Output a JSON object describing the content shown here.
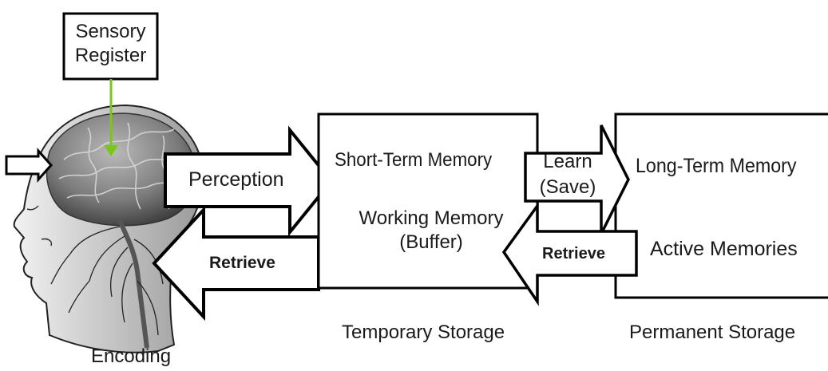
{
  "sensory_register": {
    "line1": "Sensory",
    "line2": "Register"
  },
  "arrows": {
    "perception": "Perception",
    "retrieve_left": "Retrieve",
    "learn_line1": "Learn",
    "learn_line2": "(Save)",
    "retrieve_right": "Retrieve"
  },
  "short_term": {
    "title": "Short-Term Memory",
    "working_line1": "Working Memory",
    "working_line2": "(Buffer)"
  },
  "long_term": {
    "title": "Long-Term Memory",
    "active": "Active Memories"
  },
  "captions": {
    "encoding": "Encoding",
    "temporary": "Temporary Storage",
    "permanent": "Permanent Storage"
  },
  "colors": {
    "pointer_line": "#7cc41f",
    "outline": "#000000",
    "head_shade": "#8a8a8a"
  },
  "icons": {
    "head": "human-head-brain-icon"
  }
}
